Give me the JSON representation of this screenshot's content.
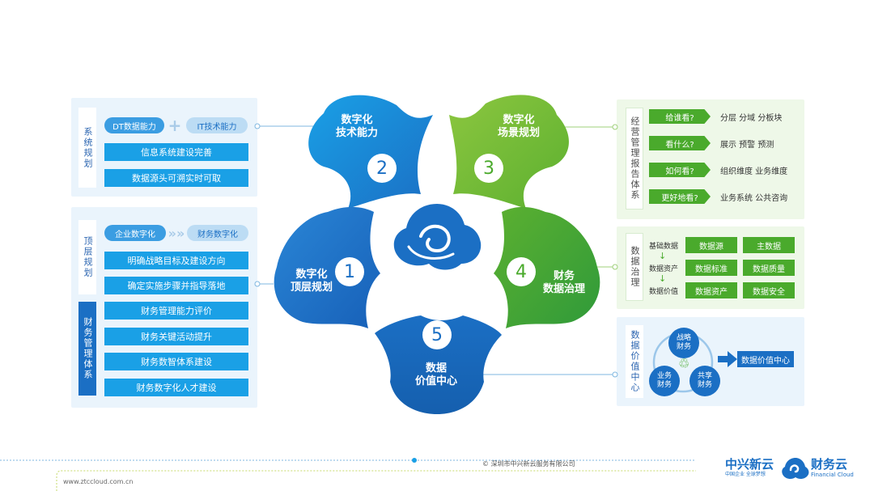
{
  "left_top": {
    "section_label": "系统规划",
    "dt_label": "DT数据能力",
    "plus": "+",
    "it_label": "IT技术能力",
    "items": [
      "信息系统建设完善",
      "数据源头可溯实时可取"
    ]
  },
  "left_bottom": {
    "section1_label": "顶层规划",
    "section2_label": "财务管理体系",
    "from_label": "企业数字化",
    "arrows": "»»",
    "to_label": "财务数字化",
    "items1": [
      "明确战略目标及建设方向",
      "确定实施步骤并指导落地"
    ],
    "items2": [
      "财务管理能力评价",
      "财务关键活动提升",
      "财务数智体系建设",
      "财务数字化人才建设"
    ]
  },
  "right_top": {
    "section_label": "经营管理报告体系",
    "rows": [
      {
        "q": "给谁看?",
        "a": "分层  分域  分板块"
      },
      {
        "q": "看什么?",
        "a": "展示  预警  预测"
      },
      {
        "q": "如何看?",
        "a": "组织维度  业务维度"
      },
      {
        "q": "更好地看?",
        "a": "业务系统  公共咨询"
      }
    ]
  },
  "right_middle": {
    "section_label": "数据治理",
    "flow": [
      "基础数据",
      "数据资产",
      "数据价值"
    ],
    "arrow": "↓",
    "boxes": [
      "数据源",
      "主数据",
      "数据标准",
      "数据质量",
      "数据资产",
      "数据安全"
    ]
  },
  "right_bottom": {
    "section_label": "数据价值中心",
    "circle_strategy": "战略财务",
    "circle_business": "业务财务",
    "circle_shared": "共享财务",
    "recycle": "♲",
    "result_label": "数据价值中心"
  },
  "petals": [
    {
      "label": "数字化技术能力",
      "line1": "数字化",
      "line2": "技术能力",
      "num": "2"
    },
    {
      "label": "数字化场景规划",
      "line1": "数字化",
      "line2": "场景规划",
      "num": "3"
    },
    {
      "label": "数字化顶层规划",
      "line1": "数字化",
      "line2": "顶层规划",
      "num": "1"
    },
    {
      "label": "财务数据治理",
      "line1": "财务",
      "line2": "数据治理",
      "num": "4"
    },
    {
      "label": "数据价值中心",
      "line1": "数据",
      "line2": "价值中心",
      "num": "5"
    }
  ],
  "footer": {
    "copyright": "© 深圳市中兴新云服务有限公司",
    "url": "www.ztccloud.com.cn",
    "brand_cn": "中兴新云",
    "brand_sub": "中国企业 全球梦想",
    "product_cn": "财务云",
    "product_en": "Financial Cloud"
  },
  "colors": {
    "blue_dark": "#1b6fc4",
    "blue_light": "#1aa0e6",
    "green": "#4aaa2c",
    "green_light": "#8cc63f"
  }
}
